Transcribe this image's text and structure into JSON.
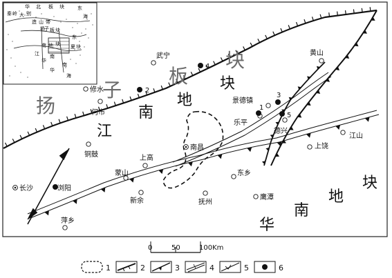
{
  "regions": {
    "yangtze": [
      "扬",
      "子",
      "板",
      "块"
    ],
    "jiangnan": [
      "江",
      "南",
      "地",
      "块"
    ],
    "huanan": [
      "华",
      "南",
      "地",
      "块"
    ]
  },
  "cities": {
    "wuning": "武宁",
    "xiushui": "修水",
    "heshi": "何市",
    "jingdezhen": "景德镇",
    "leping": "乐平",
    "dexing": "德兴",
    "huangshan": "黄山",
    "jiangshan": "江山",
    "shangrao": "上饶",
    "tonggu": "铜鼓",
    "shanggao": "上高",
    "nanchang": "南昌",
    "mengshan": "蒙山",
    "dongxiang": "东乡",
    "changsha": "长沙",
    "liuyang": "浏阳",
    "xinyu": "新余",
    "fuzhou": "抚州",
    "yingtan": "鹰潭",
    "pingxiang": "萍乡"
  },
  "deposit_numbers": [
    "1",
    "2",
    "3",
    "4",
    "5"
  ],
  "scale": {
    "t0": "0",
    "t50": "50",
    "t100": "100Km"
  },
  "legend": [
    "1",
    "2",
    "3",
    "4",
    "5",
    "6"
  ],
  "inset": {
    "chars": [
      "华",
      "北",
      "板",
      "块",
      "东",
      "秦",
      "岭",
      "大",
      "别",
      "海",
      "造",
      "山",
      "带",
      "扬",
      "子",
      "板",
      "块",
      "东",
      "江",
      "南",
      "地",
      "块",
      "华",
      "南",
      "南",
      "海",
      "华",
      "夏",
      "块"
    ]
  }
}
